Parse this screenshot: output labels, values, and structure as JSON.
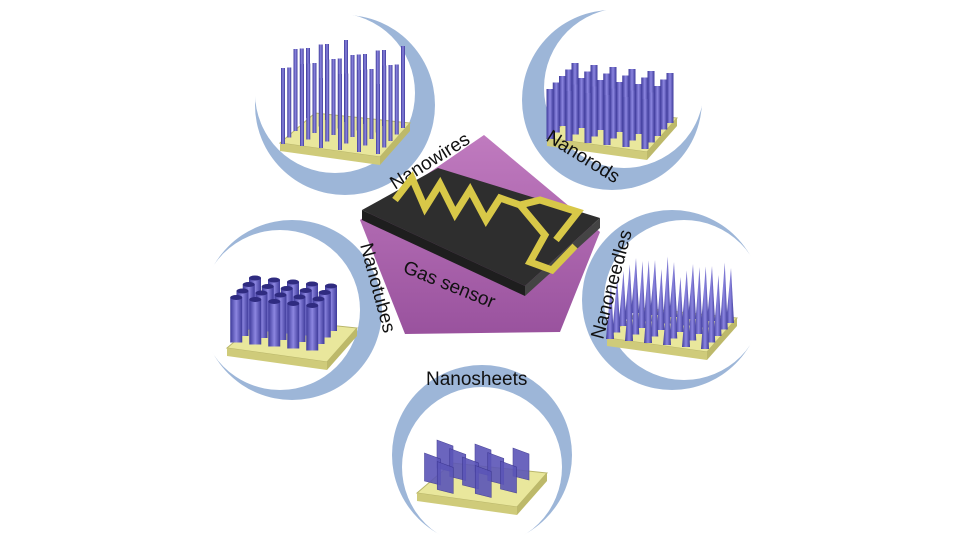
{
  "center": {
    "label": "Gas sensor"
  },
  "nanostructures": [
    {
      "id": "nanowires",
      "label": "Nanowires"
    },
    {
      "id": "nanorods",
      "label": "Nanorods"
    },
    {
      "id": "nanotubes",
      "label": "Nanotubes"
    },
    {
      "id": "nanoneedles",
      "label": "Nanoneedles"
    },
    {
      "id": "nanosheets",
      "label": "Nanosheets"
    }
  ],
  "colors": {
    "ring": "#9db6d8",
    "pentagon": "#a453a6",
    "substrate": "#e9e79c",
    "structure": "#5b55b8",
    "chip": "#3c3c3c",
    "electrode": "#d8c848"
  }
}
